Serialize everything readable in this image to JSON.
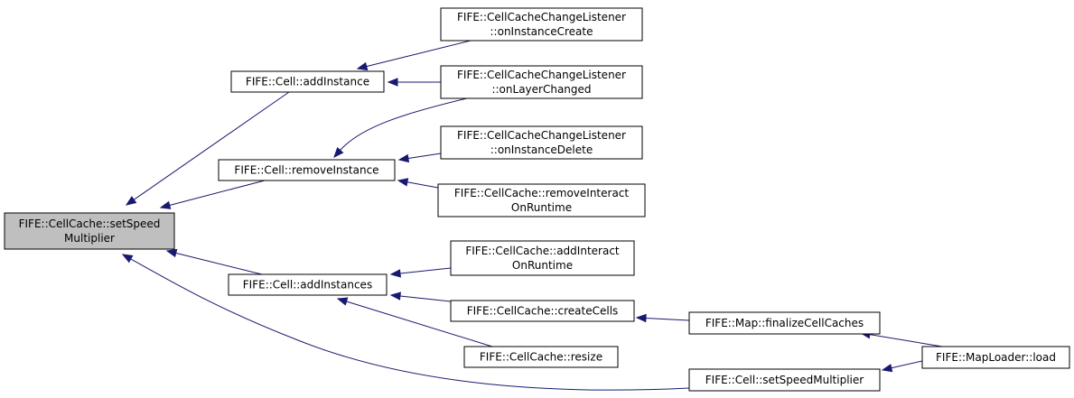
{
  "diagram": {
    "nodes": [
      {
        "id": "setspeed",
        "lines": [
          "FIFE::CellCache::setSpeed",
          "Multiplier"
        ],
        "highlight": true
      },
      {
        "id": "addinstance",
        "lines": [
          "FIFE::Cell::addInstance"
        ]
      },
      {
        "id": "removeinstance",
        "lines": [
          "FIFE::Cell::removeInstance"
        ]
      },
      {
        "id": "addinstances",
        "lines": [
          "FIFE::Cell::addInstances"
        ]
      },
      {
        "id": "oninstancecreate",
        "lines": [
          "FIFE::CellCacheChangeListener",
          "::onInstanceCreate"
        ]
      },
      {
        "id": "onlayerchanged",
        "lines": [
          "FIFE::CellCacheChangeListener",
          "::onLayerChanged"
        ]
      },
      {
        "id": "oninstancedelete",
        "lines": [
          "FIFE::CellCacheChangeListener",
          "::onInstanceDelete"
        ]
      },
      {
        "id": "removeinteract",
        "lines": [
          "FIFE::CellCache::removeInteract",
          "OnRuntime"
        ]
      },
      {
        "id": "addinteract",
        "lines": [
          "FIFE::CellCache::addInteract",
          "OnRuntime"
        ]
      },
      {
        "id": "createcells",
        "lines": [
          "FIFE::CellCache::createCells"
        ]
      },
      {
        "id": "resize",
        "lines": [
          "FIFE::CellCache::resize"
        ]
      },
      {
        "id": "cellsetspeed",
        "lines": [
          "FIFE::Cell::setSpeedMultiplier"
        ]
      },
      {
        "id": "finalize",
        "lines": [
          "FIFE::Map::finalizeCellCaches"
        ]
      },
      {
        "id": "load",
        "lines": [
          "FIFE::MapLoader::load"
        ]
      }
    ],
    "edges": [
      {
        "from": "addinstance",
        "to": "setspeed"
      },
      {
        "from": "removeinstance",
        "to": "setspeed"
      },
      {
        "from": "addinstances",
        "to": "setspeed"
      },
      {
        "from": "cellsetspeed",
        "to": "setspeed"
      },
      {
        "from": "oninstancecreate",
        "to": "addinstance"
      },
      {
        "from": "onlayerchanged",
        "to": "addinstance"
      },
      {
        "from": "onlayerchanged",
        "to": "removeinstance"
      },
      {
        "from": "oninstancedelete",
        "to": "removeinstance"
      },
      {
        "from": "removeinteract",
        "to": "removeinstance"
      },
      {
        "from": "addinteract",
        "to": "addinstances"
      },
      {
        "from": "createcells",
        "to": "addinstances"
      },
      {
        "from": "resize",
        "to": "addinstances"
      },
      {
        "from": "finalize",
        "to": "createcells"
      },
      {
        "from": "load",
        "to": "finalize"
      },
      {
        "from": "load",
        "to": "cellsetspeed"
      }
    ],
    "colors": {
      "edge": "#191970",
      "highlight_fill": "#bfbfbf",
      "node_fill": "#ffffff",
      "node_border": "#000000"
    }
  }
}
